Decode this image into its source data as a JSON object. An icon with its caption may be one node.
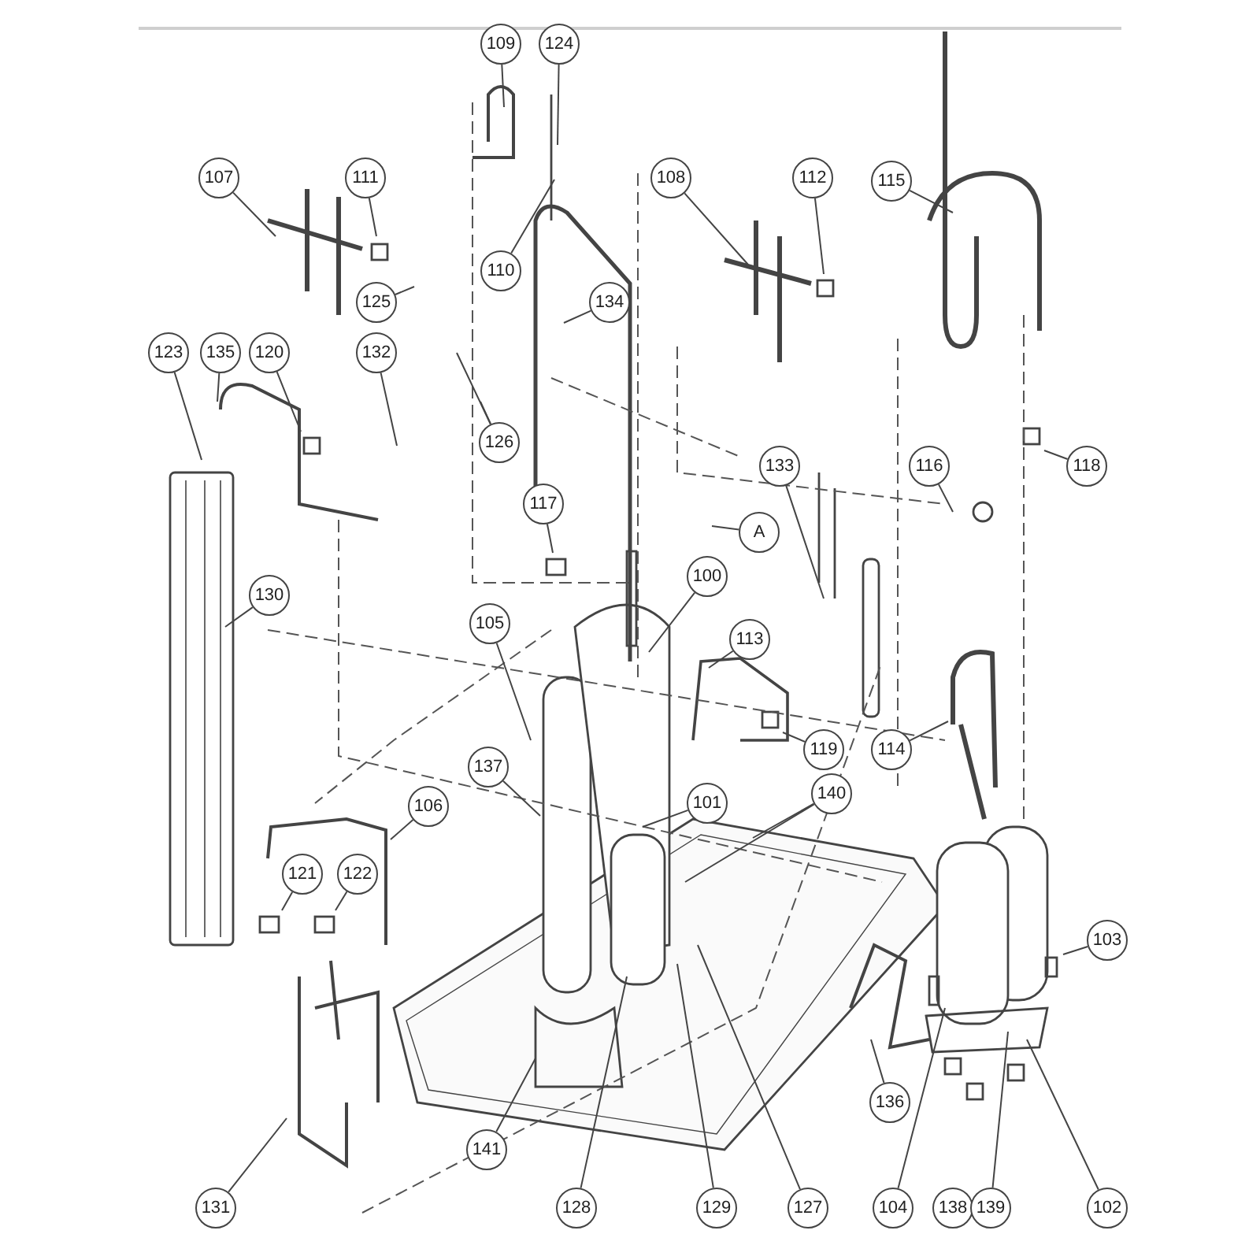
{
  "diagram": {
    "nodes": [
      {
        "text": [
          "109"
        ]
      },
      {
        "text": [
          "124"
        ]
      },
      {
        "text": [
          "107"
        ]
      },
      {
        "text": [
          "111"
        ]
      },
      {
        "text": [
          "108"
        ]
      },
      {
        "text": [
          "112"
        ]
      },
      {
        "text": [
          "115"
        ]
      },
      {
        "text": [
          "125"
        ]
      },
      {
        "text": [
          "110"
        ]
      },
      {
        "text": [
          "134"
        ]
      },
      {
        "text": [
          "123"
        ]
      },
      {
        "text": [
          "135"
        ]
      },
      {
        "text": [
          "120"
        ]
      },
      {
        "text": [
          "132"
        ]
      },
      {
        "text": [
          "126"
        ]
      },
      {
        "text": [
          "133"
        ]
      },
      {
        "text": [
          "116"
        ]
      },
      {
        "text": [
          "118"
        ]
      },
      {
        "text": [
          "117"
        ]
      },
      {
        "text": [
          "A"
        ]
      },
      {
        "text": [
          "100"
        ]
      },
      {
        "text": [
          "130"
        ]
      },
      {
        "text": [
          "105"
        ]
      },
      {
        "text": [
          "113"
        ]
      },
      {
        "text": [
          "119"
        ]
      },
      {
        "text": [
          "114"
        ]
      },
      {
        "text": [
          "137"
        ]
      },
      {
        "text": [
          "101"
        ]
      },
      {
        "text": [
          "140"
        ]
      },
      {
        "text": [
          "106"
        ]
      },
      {
        "text": [
          "121"
        ]
      },
      {
        "text": [
          "122"
        ]
      },
      {
        "text": [
          "103"
        ]
      },
      {
        "text": [
          "141"
        ]
      },
      {
        "text": [
          "131"
        ]
      },
      {
        "text": [
          "128"
        ]
      },
      {
        "text": [
          "129"
        ]
      },
      {
        "text": [
          "127"
        ]
      },
      {
        "text": [
          "104"
        ]
      },
      {
        "text": [
          "136"
        ]
      },
      {
        "text": [
          "138"
        ]
      },
      {
        "text": [
          "139"
        ]
      },
      {
        "text": [
          "102"
        ]
      }
    ],
    "edges": [
      {
        "from": 0,
        "to": null,
        "arrow": "none"
      },
      {
        "from": 1,
        "to": null,
        "arrow": "none"
      },
      {
        "from": 2,
        "to": null,
        "arrow": "none"
      },
      {
        "from": 3,
        "to": null,
        "arrow": "none"
      },
      {
        "from": 4,
        "to": null,
        "arrow": "none"
      },
      {
        "from": 5,
        "to": null,
        "arrow": "none"
      },
      {
        "from": 6,
        "to": null,
        "arrow": "none"
      },
      {
        "from": 7,
        "to": null,
        "arrow": "none"
      },
      {
        "from": 8,
        "to": null,
        "arrow": "none"
      },
      {
        "from": 9,
        "to": null,
        "arrow": "none"
      },
      {
        "from": 10,
        "to": null,
        "arrow": "none"
      },
      {
        "from": 11,
        "to": null,
        "arrow": "none"
      },
      {
        "from": 12,
        "to": null,
        "arrow": "none"
      },
      {
        "from": 13,
        "to": null,
        "arrow": "none"
      },
      {
        "from": 14,
        "to": null,
        "arrow": "none"
      },
      {
        "from": 14,
        "to": null,
        "arrow": "none"
      },
      {
        "from": 15,
        "to": null,
        "arrow": "none"
      },
      {
        "from": 16,
        "to": null,
        "arrow": "none"
      },
      {
        "from": 17,
        "to": null,
        "arrow": "none"
      },
      {
        "from": 18,
        "to": null,
        "arrow": "none"
      },
      {
        "from": 19,
        "to": null,
        "arrow": "none"
      },
      {
        "from": 20,
        "to": null,
        "arrow": "none"
      },
      {
        "from": 21,
        "to": null,
        "arrow": "none"
      },
      {
        "from": 22,
        "to": null,
        "arrow": "none"
      },
      {
        "from": 23,
        "to": null,
        "arrow": "none"
      },
      {
        "from": 24,
        "to": null,
        "arrow": "none"
      },
      {
        "from": 25,
        "to": null,
        "arrow": "none"
      },
      {
        "from": 26,
        "to": null,
        "arrow": "none"
      },
      {
        "from": 27,
        "to": null,
        "arrow": "none"
      },
      {
        "from": 28,
        "to": null,
        "arrow": "none"
      },
      {
        "from": 28,
        "to": null,
        "arrow": "none"
      },
      {
        "from": 29,
        "to": null,
        "arrow": "none"
      },
      {
        "from": 30,
        "to": null,
        "arrow": "none"
      },
      {
        "from": 31,
        "to": null,
        "arrow": "none"
      },
      {
        "from": 32,
        "to": null,
        "arrow": "none"
      },
      {
        "from": 33,
        "to": null,
        "arrow": "none"
      },
      {
        "from": 34,
        "to": null,
        "arrow": "none"
      },
      {
        "from": 35,
        "to": null,
        "arrow": "none"
      },
      {
        "from": 36,
        "to": null,
        "arrow": "none"
      },
      {
        "from": 37,
        "to": null,
        "arrow": "none"
      },
      {
        "from": 38,
        "to": null,
        "arrow": "none"
      },
      {
        "from": 39,
        "to": null,
        "arrow": "none"
      },
      {
        "from": 41,
        "to": null,
        "arrow": "none"
      },
      {
        "from": 42,
        "to": null,
        "arrow": "none"
      }
    ]
  }
}
